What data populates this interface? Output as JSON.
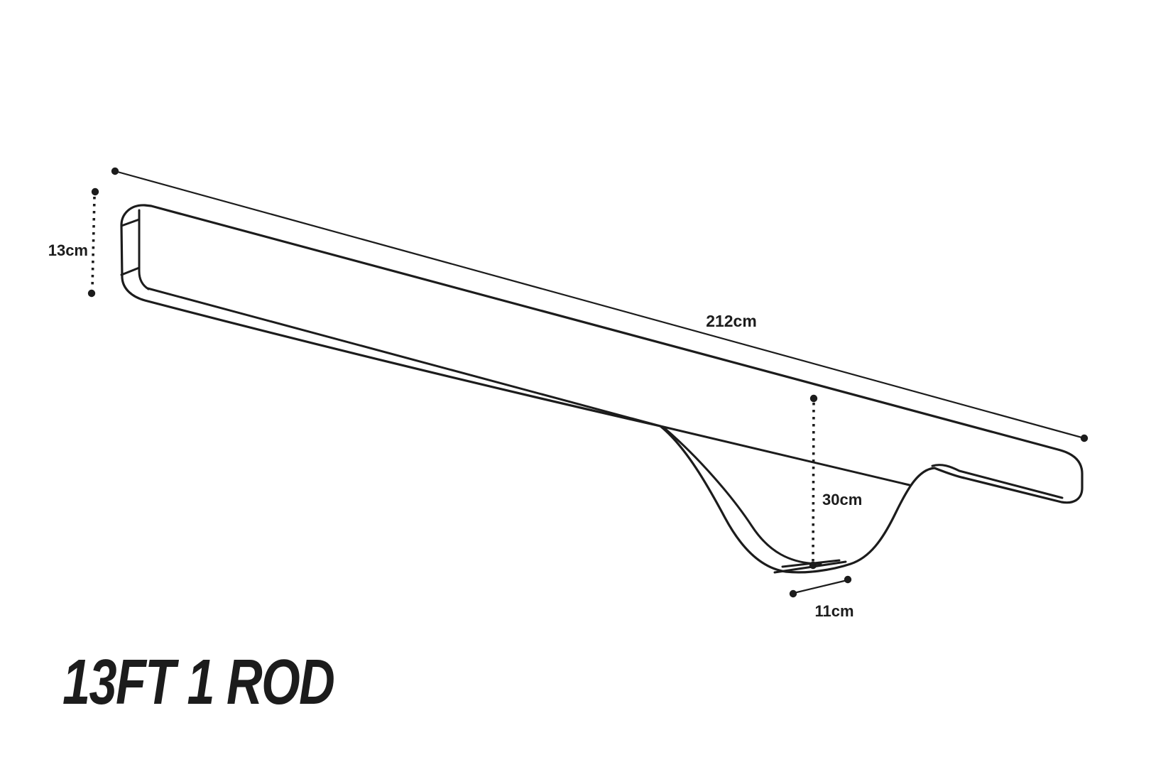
{
  "colors": {
    "background": "#ffffff",
    "line": "#1c1c1c",
    "text": "#1c1c1c"
  },
  "title": {
    "text": "13FT 1 ROD"
  },
  "dimensions": {
    "length": {
      "label": "212cm"
    },
    "end_height": {
      "label": "13cm"
    },
    "pouch_depth": {
      "label": "30cm"
    },
    "pouch_base": {
      "label": "11cm"
    }
  }
}
